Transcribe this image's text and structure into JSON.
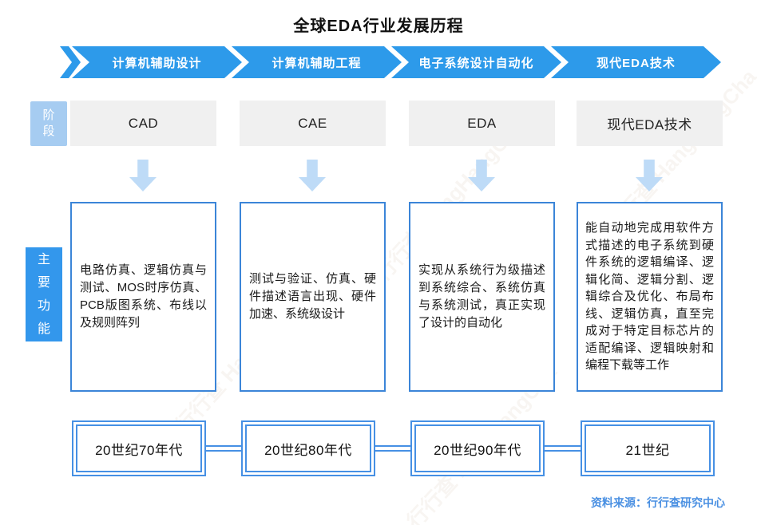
{
  "title": "全球EDA行业发展历程",
  "banners": [
    {
      "label": "计算机辅助设计"
    },
    {
      "label": "计算机辅助工程"
    },
    {
      "label": "电子系统设计自动化"
    },
    {
      "label": "现代EDA技术"
    }
  ],
  "stage": {
    "label": "阶段",
    "items": [
      "CAD",
      "CAE",
      "EDA",
      "现代EDA技术"
    ]
  },
  "functions": {
    "label": "主要功能",
    "items": [
      "电路仿真、逻辑仿真与测试、MOS时序仿真、PCB版图系统、布线以及规则阵列",
      "测试与验证、仿真、硬件描述语言出现、硬件加速、系统级设计",
      "实现从系统行为级描述到系统综合、系统仿真与系统测试，真正实现了设计的自动化",
      "能自动地完成用软件方式描述的电子系统到硬件系统的逻辑编译、逻辑化简、逻辑分割、逻辑综合及优化、布局布线、逻辑仿真，直至完成对于特定目标芯片的适配编译、逻辑映射和编程下载等工作"
    ]
  },
  "timeline": [
    "20世纪70年代",
    "20世纪80年代",
    "20世纪90年代",
    "21世纪"
  ],
  "source": "资料来源：行行查研究中心",
  "watermark": "行行查 HangHangCha",
  "colors": {
    "banner_blue": "#2d9aea",
    "stage_label_blue": "#a6ccf1",
    "stage_box_gray": "#f0f0f0",
    "arrow_light_blue": "#bedbf7",
    "function_label_blue": "#3397ec",
    "function_border_blue": "#3b85d8",
    "timeline_border_blue": "#4690e4",
    "source_text_blue": "#4a90e2"
  }
}
